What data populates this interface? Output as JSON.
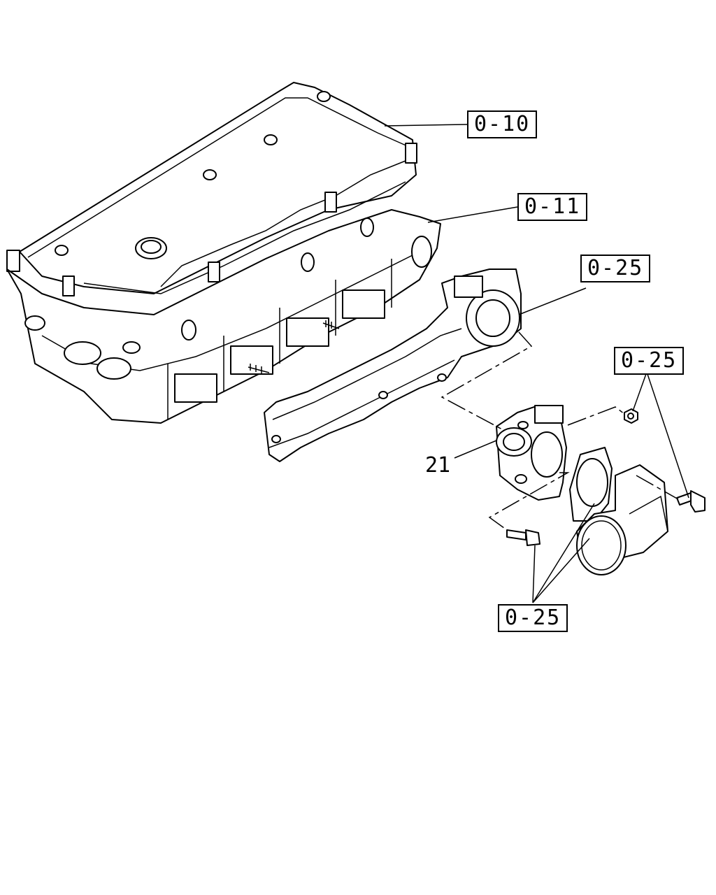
{
  "callouts": [
    {
      "id": "cylinder-head-cover",
      "text": "0-10"
    },
    {
      "id": "cylinder-head",
      "text": "0-11"
    },
    {
      "id": "intake-manifold",
      "text": "0-25"
    },
    {
      "id": "nut",
      "text": "0-25"
    },
    {
      "id": "adapter-bolts",
      "text": "0-25"
    },
    {
      "id": "throttle-valve",
      "text": "21"
    }
  ]
}
